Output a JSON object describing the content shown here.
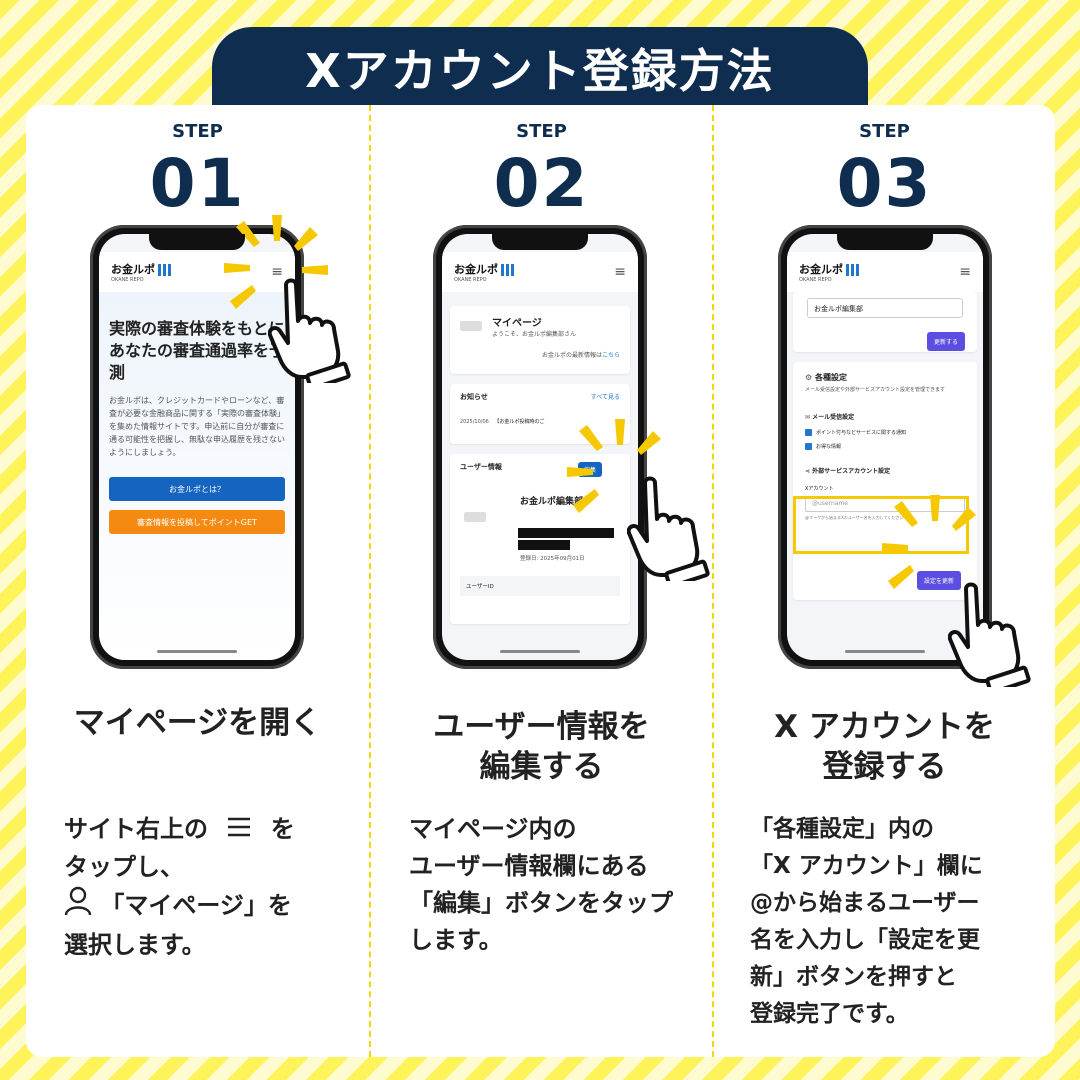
{
  "title": "Xアカウント登録方法",
  "steps": [
    {
      "label": "STEP",
      "number": "01",
      "heading": "マイページを開く",
      "desc": {
        "l1a": "サイト右上の",
        "l1b": "を",
        "l2": "タップし、",
        "l3": "「マイページ」を",
        "l4": "選択します。"
      },
      "screen": {
        "logo": "お金ルポ",
        "logo_sub": "OKANE REPO",
        "hero_title": "実際の審査体験をもとにあなたの審査通過率を予測",
        "hero_text": "お金ルポは、クレジットカードやローンなど、審査が必要な金融商品に関する「実際の審査体験」を集めた情報サイトです。申込前に自分が審査に通る可能性を把握し、無駄な申込履歴を残さないようにしましょう。",
        "btn_about": "お金ルポとは？",
        "btn_post": "審査情報を投稿してポイントGET"
      }
    },
    {
      "label": "STEP",
      "number": "02",
      "heading_l1": "ユーザー情報を",
      "heading_l2": "編集する",
      "desc": {
        "l1": "マイページ内の",
        "l2": "ユーザー情報欄にある",
        "l3": "「編集」ボタンをタップ",
        "l4": "します。"
      },
      "screen": {
        "logo": "お金ルポ",
        "logo_sub": "OKANE REPO",
        "mypage_title": "マイページ",
        "mypage_sub": "ようこそ、お金ルポ編集部さん",
        "latest_info": "お金ルポの最新情報は",
        "latest_link": "こちら",
        "news_title": "お知らせ",
        "news_all": "すべて見る",
        "news_date": "2025/10/06",
        "news_text": "【お金ルポ投稿時のご",
        "user_info_title": "ユーザー情報",
        "edit_label": "編集",
        "user_name": "お金ルポ編集部",
        "registered": "登録日: 2025年09月01日",
        "user_id_label": "ユーザーID"
      }
    },
    {
      "label": "STEP",
      "number": "03",
      "heading_l1": "X アカウントを",
      "heading_l2": "登録する",
      "desc": {
        "l1": "「各種設定」内の",
        "l2": "「X アカウント」欄に",
        "l3": "@から始まるユーザー",
        "l4": "名を入力し「設定を更",
        "l5": "新」ボタンを押すと",
        "l6": "登録完了です。"
      },
      "screen": {
        "logo": "お金ルポ",
        "logo_sub": "OKANE REPO",
        "name_value": "お金ルポ編集部",
        "update_btn": "更新する",
        "settings_title": "各種設定",
        "settings_sub": "メール受信設定や外部サービスアカウント設定を管理できます",
        "mail_title": "メール受信設定",
        "mail_opt1": "ポイント付与などサービスに関する通知",
        "mail_opt2": "お得な情報",
        "external_title": "外部サービスアカウント設定",
        "x_label": "Xアカウント",
        "x_placeholder": "@username",
        "x_hint": "@マークから始まるXのユーザー名を入力してください",
        "save_btn": "設定を更新"
      }
    }
  ],
  "colors": {
    "navy": "#0f2d4e",
    "yellow": "#f5c800",
    "blue": "#1565c0",
    "orange": "#f58a12",
    "purple": "#5b4ee0"
  }
}
